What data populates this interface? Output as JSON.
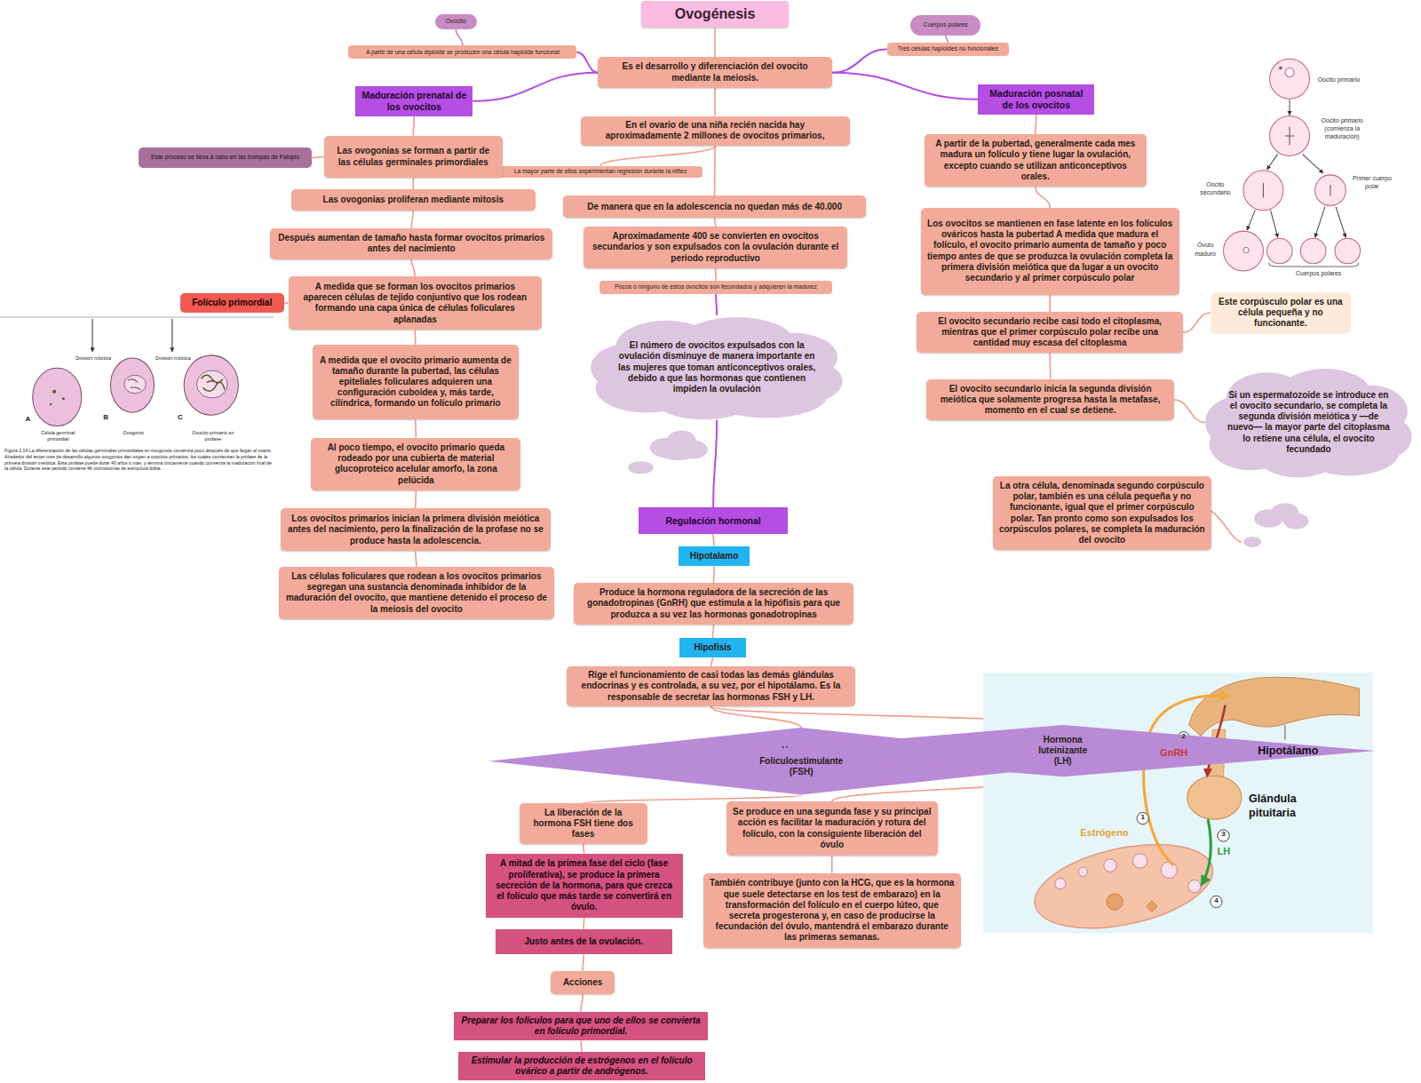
{
  "diagram": {
    "title": "Ovogénesis",
    "nodes": [
      {
        "text": [
          "Es el desarrollo y diferenciación del ovocito mediante la meiosis."
        ]
      },
      {
        "text": [
          "Ovocito"
        ]
      },
      {
        "text": [
          "A partir de una célula diploide se producen una célula haploide funcional"
        ]
      },
      {
        "text": [
          "Cuerpos polares"
        ]
      },
      {
        "text": [
          "Tres células haploides no funcionales"
        ]
      },
      {
        "text": [
          "Maduración prenatal de los ovocitos"
        ]
      },
      {
        "text": [
          "Maduración posnatal de los ovocitos"
        ]
      },
      {
        "text": [
          "En el ovario de una niña recién nacida hay aproximadamente 2 millones de ovocitos primarios,"
        ]
      },
      {
        "text": [
          "La mayor parte de ellos experimentan regresión durante la niñez"
        ]
      },
      {
        "text": [
          "De manera que en la adolescencia no quedan más de 40.000"
        ]
      },
      {
        "text": [
          "Aproximadamente 400 se convierten en ovocitos secundarios y son expulsados con la ovulación durante el periodo reproductivo"
        ]
      },
      {
        "text": [
          "Pocos o ninguno de estos ovocitos son fecundados y adquieren la madurez"
        ]
      },
      {
        "text": [
          "El número de ovocitos expulsados con la ovulación disminuye de manera importante en las mujeres que toman anticonceptivos orales, debido a que las hormonas que contienen impiden la ovulación"
        ]
      },
      {
        "text": [
          "Regulación hormonal"
        ]
      },
      {
        "text": [
          "Hipotalamo"
        ]
      },
      {
        "text": [
          "Produce la hormona reguladora de la secreción de las gonadotropinas (GnRH) que estimula a la hipófisis para que produzca a su vez las hormonas gonadotropinas"
        ]
      },
      {
        "text": [
          "Hipofisis"
        ]
      },
      {
        "text": [
          "Rige el funcionamiento de casi todas las demás glándulas endocrinas y es controlada, a su vez, por el hipotálamo. Es la responsable de secretar las hormonas FSH y LH."
        ]
      },
      {
        "text": [
          "Hormona Foliculoestimulante (FSH)"
        ]
      },
      {
        "text": [
          "Hormona luteinizante (LH)"
        ]
      },
      {
        "text": [
          "La liberación de la hormona FSH tiene dos fases"
        ]
      },
      {
        "text": [
          "A mitad de la primea fase del ciclo (fase proliferativa), se produce la primera secreción de la hormona, para que crezca el folículo que más tarde se convertirá en óvulo."
        ]
      },
      {
        "text": [
          "Justo antes de la ovulación."
        ]
      },
      {
        "text": [
          "Acciones"
        ]
      },
      {
        "text": [
          "Preparar los folículos para que uno de ellos se convierta en folículo primordial."
        ]
      },
      {
        "text": [
          "Estimular la producción de estrógenos en el folículo ovárico a partir de andrógenos."
        ]
      },
      {
        "text": [
          "Se produce en una segunda fase y su principal acción es facilitar la maduración y rotura del folículo, con la consiguiente liberación del óvulo"
        ]
      },
      {
        "text": [
          "También contribuye (junto con la HCG, que es la hormona que suele detectarse en los test de embarazo) en la transformación del folículo en el cuerpo lúteo, que secreta progesterona y, en caso de producirse la fecundación del óvulo, mantendrá el embarazo durante las primeras semanas."
        ]
      },
      {
        "text": [
          "Las ovogonias se forman a partir de las células germinales primordiales"
        ]
      },
      {
        "text": [
          "Este proceso se lleva a cabo en las trompas de Falopio"
        ]
      },
      {
        "text": [
          "Las ovogonias proliferan mediante mitosis"
        ]
      },
      {
        "text": [
          "Después aumentan de tamaño hasta formar ovocitos primarios antes del nacimiento"
        ]
      },
      {
        "text": [
          "A medida que se forman los ovocitos primarios aparecen células de tejido conjuntivo que los rodean formando una capa única de células foliculares aplanadas"
        ]
      },
      {
        "text": [
          "Folículo primordial"
        ]
      },
      {
        "text": [
          "A medida que el ovocito primario aumenta de tamaño durante la pubertad, las células epiteliales foliculares adquieren una configuración cuboidea y, más tarde, cilíndrica, formando un folículo primario"
        ]
      },
      {
        "text": [
          "Al poco tiempo, el ovocito primario queda rodeado por una cubierta de material glucoproteico acelular amorfo, la zona pelúcida"
        ]
      },
      {
        "text": [
          "Los ovocitos primarios inician la primera división meiótica antes del nacimiento, pero la finalización de la profase no se produce hasta la adolescencia."
        ]
      },
      {
        "text": [
          "Las células foliculares que rodean a los ovocitos primarios segregan una sustancia denominada inhibidor de la maduración del ovocito, que mantiene detenido el proceso de la meiosis del ovocito"
        ]
      },
      {
        "text": [
          "A partir de la pubertad, generalmente cada mes madura un folículo y tiene lugar la ovulación, excepto cuando se utilizan anticonceptivos orales."
        ]
      },
      {
        "text": [
          "Los ovocitos se mantienen en fase latente en los folículos ováricos hasta la pubertad A medida que madura el folículo, el ovocito primario aumenta de tamaño y poco tiempo antes de que se produzca la ovulación completa la primera división meiótica que da lugar a un ovocito secundario y al primer corpúsculo polar"
        ]
      },
      {
        "text": [
          "El ovocito secundario recibe casi todo el citoplasma, mientras que el primer corpúsculo polar recibe una cantidad muy escasa del citoplasma"
        ]
      },
      {
        "text": [
          "Este corpúsculo polar es una célula pequeña y no funcionante."
        ]
      },
      {
        "text": [
          "El ovocito secundario inicia la segunda división meiótica que solamente progresa hasta la metafase, momento en el cual se detiene."
        ]
      },
      {
        "text": [
          "Si un espermatozoide se introduce en el ovocito secundario, se completa la segunda división meiótica y —de nuevo— la mayor parte del citoplasma lo retiene una célula, el ovocito fecundado"
        ]
      },
      {
        "text": [
          "La otra célula, denominada segundo corpúsculo polar, también es una célula pequeña y no funcionante, igual que el primer corpúsculo polar. Tan pronto como son expulsados los corpúsculos polares, se completa la maduración del ovocito"
        ]
      }
    ],
    "edges": [
      {
        "from": 2,
        "to": 1,
        "arrow": "none"
      },
      {
        "from": 0,
        "to": 2,
        "arrow": "none"
      },
      {
        "from": 4,
        "to": 3,
        "arrow": "none"
      },
      {
        "from": 0,
        "to": 4,
        "arrow": "none"
      },
      {
        "from": 0,
        "to": 5,
        "arrow": "none"
      },
      {
        "from": 0,
        "to": 6,
        "arrow": "none"
      },
      {
        "from": 0,
        "to": 7,
        "arrow": "none"
      },
      {
        "from": 7,
        "to": 8,
        "arrow": "none"
      },
      {
        "from": 7,
        "to": 9,
        "arrow": "none"
      },
      {
        "from": 9,
        "to": 10,
        "arrow": "none"
      },
      {
        "from": 10,
        "to": 11,
        "arrow": "none"
      },
      {
        "from": 11,
        "to": 12,
        "arrow": "none"
      },
      {
        "from": 12,
        "to": 13,
        "arrow": "none"
      },
      {
        "from": 13,
        "to": 14,
        "arrow": "none"
      },
      {
        "from": 14,
        "to": 15,
        "arrow": "none"
      },
      {
        "from": 15,
        "to": 16,
        "arrow": "none"
      },
      {
        "from": 16,
        "to": 17,
        "arrow": "none"
      },
      {
        "from": 17,
        "to": 18,
        "arrow": "none"
      },
      {
        "from": 17,
        "to": 19,
        "arrow": "none"
      },
      {
        "from": 18,
        "to": 20,
        "arrow": "none"
      },
      {
        "from": 20,
        "to": 21,
        "arrow": "none"
      },
      {
        "from": 21,
        "to": 22,
        "arrow": "none"
      },
      {
        "from": 22,
        "to": 23,
        "arrow": "none"
      },
      {
        "from": 23,
        "to": 24,
        "arrow": "none"
      },
      {
        "from": 24,
        "to": 25,
        "arrow": "none"
      },
      {
        "from": 19,
        "to": 26,
        "arrow": "none"
      },
      {
        "from": 26,
        "to": 27,
        "arrow": "none"
      },
      {
        "from": 5,
        "to": 28,
        "arrow": "none"
      },
      {
        "from": 28,
        "to": 29,
        "arrow": "none"
      },
      {
        "from": 28,
        "to": 30,
        "arrow": "none"
      },
      {
        "from": 30,
        "to": 31,
        "arrow": "none"
      },
      {
        "from": 31,
        "to": 32,
        "arrow": "none"
      },
      {
        "from": 32,
        "to": 33,
        "arrow": "none"
      },
      {
        "from": 32,
        "to": 34,
        "arrow": "none"
      },
      {
        "from": 34,
        "to": 35,
        "arrow": "none"
      },
      {
        "from": 35,
        "to": 36,
        "arrow": "none"
      },
      {
        "from": 36,
        "to": 37,
        "arrow": "none"
      },
      {
        "from": 6,
        "to": 38,
        "arrow": "none"
      },
      {
        "from": 38,
        "to": 39,
        "arrow": "none"
      },
      {
        "from": 39,
        "to": 40,
        "arrow": "none"
      },
      {
        "from": 40,
        "to": 41,
        "arrow": "none"
      },
      {
        "from": 40,
        "to": 42,
        "arrow": "none"
      },
      {
        "from": 42,
        "to": 43,
        "arrow": "none"
      }
    ],
    "labels": [
      "División mitótica",
      "División mitótica",
      "A",
      "Célula germinal primordial",
      "B",
      "Ovogonio",
      "C",
      "Ovocito primario en profase",
      "Figura 2.14 La diferenciación de las células germinales primordiales en ovogonios comienza poco después de que llegan al ovario. Alrededor del tercer mes de desarrollo algunos ovogonios dan origen a ovocitos primarios, los cuales comienzan la profase de la primera división meiótica. Esta profase puede durar 40 años o más, y termina únicamente cuando comienza la maduración final de la célula. Durante este periodo contiene 46 cromosomas de estructura doble.",
      "Oocito primario",
      "Oocito primario (comienza la maduración)",
      "Oocito secundario",
      "Primer cuerpo polar",
      "Óvulo maduro",
      "Cuerpos polares",
      "Hipotálamo",
      "Glándula pituitaria",
      "GnRH",
      "Estrógeno",
      "LH",
      "1",
      "2",
      "3",
      "4"
    ]
  }
}
